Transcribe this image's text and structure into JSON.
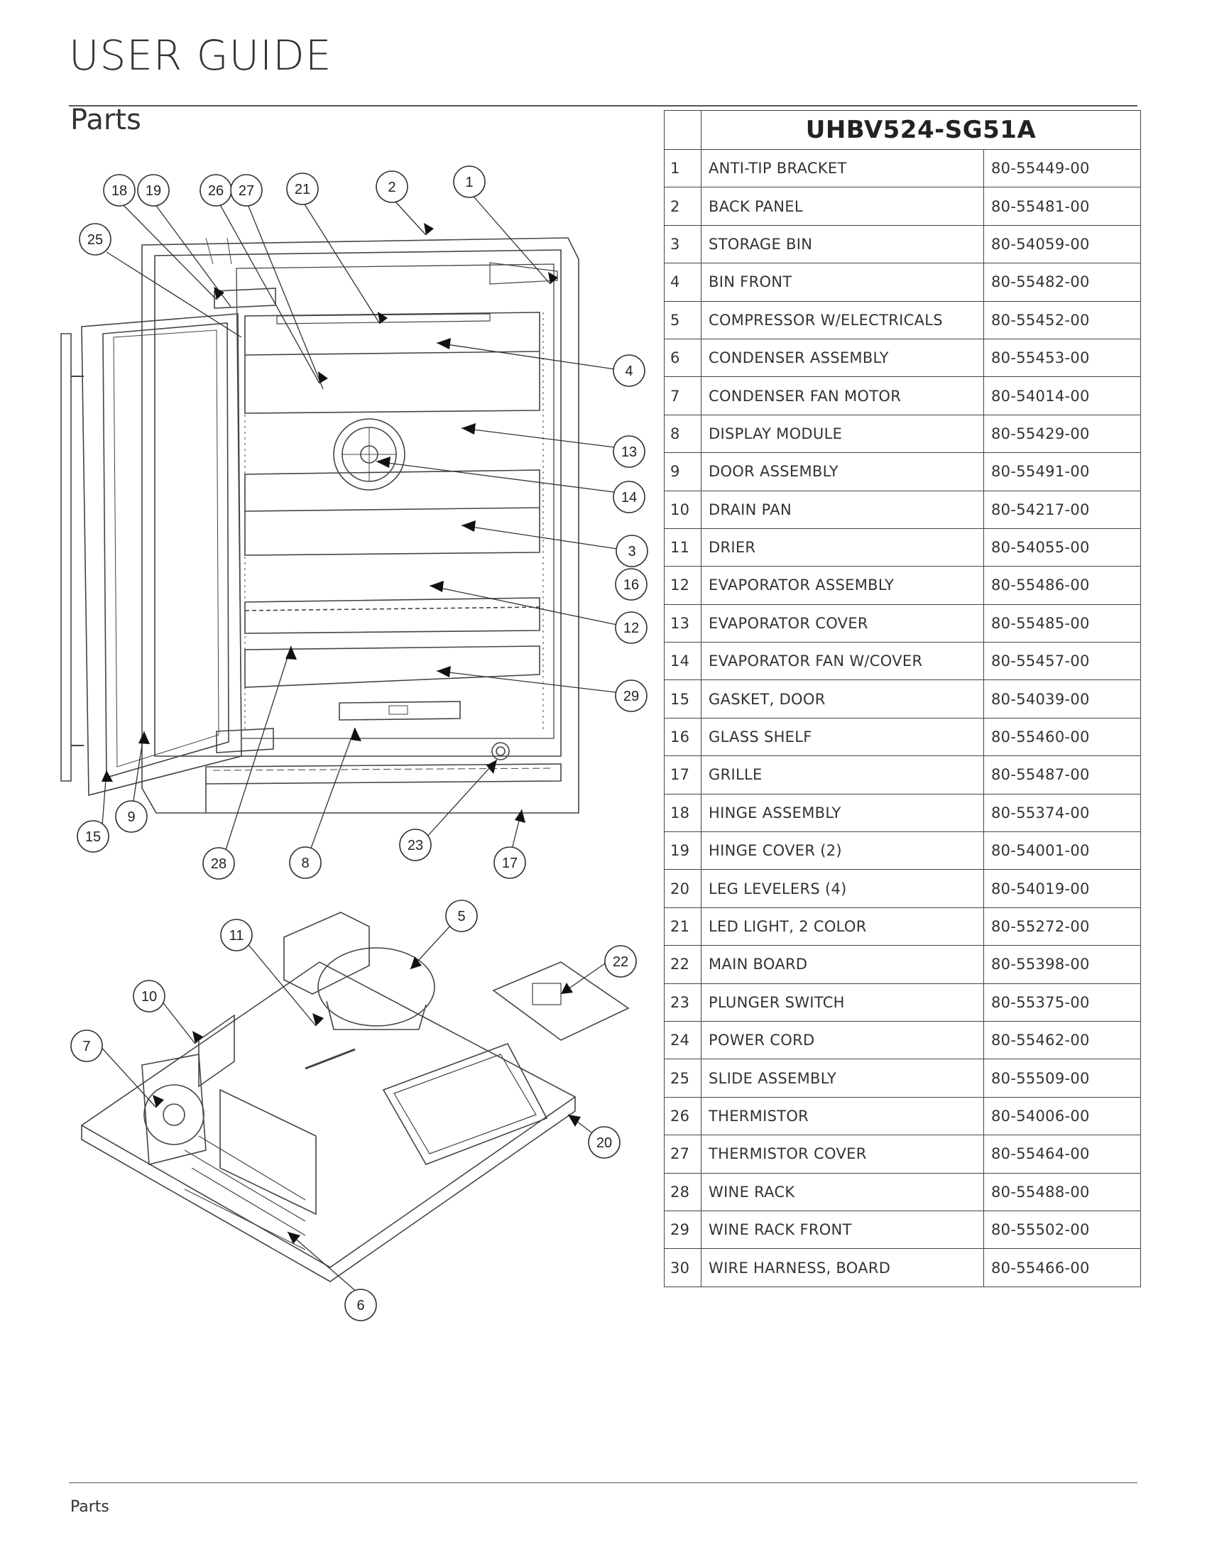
{
  "header": {
    "title": "USER GUIDE",
    "section": "Parts"
  },
  "table": {
    "model": "UHBV524-SG51A",
    "rows": [
      {
        "num": "1",
        "name": "ANTI-TIP BRACKET",
        "part": "80-55449-00"
      },
      {
        "num": "2",
        "name": "BACK PANEL",
        "part": "80-55481-00"
      },
      {
        "num": "3",
        "name": "STORAGE BIN",
        "part": "80-54059-00"
      },
      {
        "num": "4",
        "name": "BIN FRONT",
        "part": "80-55482-00"
      },
      {
        "num": "5",
        "name": "COMPRESSOR W/ELECTRICALS",
        "part": "80-55452-00"
      },
      {
        "num": "6",
        "name": "CONDENSER ASSEMBLY",
        "part": "80-55453-00"
      },
      {
        "num": "7",
        "name": "CONDENSER FAN MOTOR",
        "part": "80-54014-00"
      },
      {
        "num": "8",
        "name": "DISPLAY MODULE",
        "part": "80-55429-00"
      },
      {
        "num": "9",
        "name": "DOOR ASSEMBLY",
        "part": "80-55491-00"
      },
      {
        "num": "10",
        "name": "DRAIN PAN",
        "part": "80-54217-00"
      },
      {
        "num": "11",
        "name": "DRIER",
        "part": "80-54055-00"
      },
      {
        "num": "12",
        "name": "EVAPORATOR ASSEMBLY",
        "part": "80-55486-00"
      },
      {
        "num": "13",
        "name": "EVAPORATOR COVER",
        "part": "80-55485-00"
      },
      {
        "num": "14",
        "name": "EVAPORATOR FAN W/COVER",
        "part": "80-55457-00"
      },
      {
        "num": "15",
        "name": "GASKET, DOOR",
        "part": "80-54039-00"
      },
      {
        "num": "16",
        "name": "GLASS SHELF",
        "part": "80-55460-00"
      },
      {
        "num": "17",
        "name": "GRILLE",
        "part": "80-55487-00"
      },
      {
        "num": "18",
        "name": "HINGE ASSEMBLY",
        "part": "80-55374-00"
      },
      {
        "num": "19",
        "name": "HINGE COVER (2)",
        "part": "80-54001-00"
      },
      {
        "num": "20",
        "name": "LEG LEVELERS (4)",
        "part": "80-54019-00"
      },
      {
        "num": "21",
        "name": "LED LIGHT, 2 COLOR",
        "part": "80-55272-00"
      },
      {
        "num": "22",
        "name": "MAIN BOARD",
        "part": "80-55398-00"
      },
      {
        "num": "23",
        "name": "PLUNGER SWITCH",
        "part": "80-55375-00"
      },
      {
        "num": "24",
        "name": "POWER CORD",
        "part": "80-55462-00"
      },
      {
        "num": "25",
        "name": "SLIDE ASSEMBLY",
        "part": "80-55509-00"
      },
      {
        "num": "26",
        "name": "THERMISTOR",
        "part": "80-54006-00"
      },
      {
        "num": "27",
        "name": "THERMISTOR COVER",
        "part": "80-55464-00"
      },
      {
        "num": "28",
        "name": "WINE RACK",
        "part": "80-55488-00"
      },
      {
        "num": "29",
        "name": "WINE RACK FRONT",
        "part": "80-55502-00"
      },
      {
        "num": "30",
        "name": "WIRE HARNESS, BOARD",
        "part": "80-55466-00"
      }
    ]
  },
  "callouts": [
    "1",
    "2",
    "3",
    "4",
    "5",
    "6",
    "7",
    "8",
    "9",
    "10",
    "11",
    "12",
    "13",
    "14",
    "15",
    "16",
    "17",
    "18",
    "19",
    "20",
    "21",
    "22",
    "23",
    "25",
    "26",
    "27",
    "28",
    "29"
  ],
  "footer": {
    "label": "Parts"
  }
}
